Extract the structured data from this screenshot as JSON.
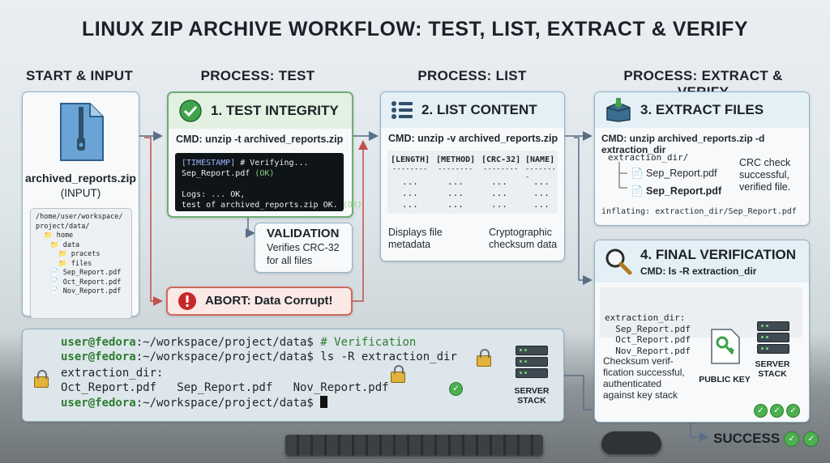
{
  "title": "LINUX ZIP ARCHIVE WORKFLOW: TEST, LIST, EXTRACT & VERIFY",
  "stages": {
    "start": "START & INPUT",
    "test": "PROCESS: TEST",
    "list": "PROCESS: LIST",
    "extract": "PROCESS: EXTRACT & VERIFY"
  },
  "input": {
    "filename": "archived_reports.zip",
    "sublabel": "(INPUT)",
    "tree_path": [
      "/home/user/workspace/",
      "project/data/"
    ],
    "tree": [
      "home",
      "data",
      "pracets",
      "files",
      "Sep_Report.pdf",
      "Oct_Report.pdf",
      "Nov_Report.pdf"
    ]
  },
  "test": {
    "heading": "1. TEST INTEGRITY",
    "cmd_label": "CMD:",
    "cmd": "unzip -t archived_reports.zip",
    "term_ts": "[TIMESTAMP]",
    "term_l1": " # Verifying...",
    "term_l2": "Sep_Report.pdf ",
    "term_ok": "(OK)",
    "term_l3": "Logs: ... OK,",
    "term_l4": "test of archived_reports.zip OK. ",
    "validation_title": "VALIDATION",
    "validation_text": [
      "Verifies CRC-32",
      "for all files"
    ],
    "abort": "ABORT: Data Corrupt!"
  },
  "list": {
    "heading": "2. LIST CONTENT",
    "cmd_label": "CMD:",
    "cmd": "unzip -v archived_reports.zip",
    "columns": [
      "[LENGTH]",
      "[METHOD]",
      "[CRC-32]",
      "[NAME]"
    ],
    "dash": "--------",
    "dots": "...",
    "note_left": [
      "Displays file",
      "metadata"
    ],
    "note_right": [
      "Cryptographic",
      "checksum data"
    ]
  },
  "extract": {
    "heading": "3. EXTRACT FILES",
    "cmd_label": "CMD:",
    "cmd": "unzip archived_reports.zip -d extraction_dir",
    "dir": "extraction_dir/",
    "file1": "Sep_Report.pdf",
    "file2": "Sep_Report.pdf",
    "crc_note": [
      "CRC check",
      "successful,",
      "verified file."
    ],
    "inflating": "inflating: extraction_dir/Sep_Report.pdf"
  },
  "final": {
    "heading": "4. FINAL VERIFICATION",
    "cmd_label": "CMD:",
    "cmd": "ls -R extraction_dir",
    "listing": [
      "extraction_dir:",
      "  Sep_Report.pdf",
      "  Oct_Report.pdf",
      "  Nov_Report.pdf"
    ],
    "note": [
      "Checksum verif-",
      "fication successful,",
      "authenticated",
      "against key stack"
    ],
    "public_key": "PUBLIC KEY",
    "server": [
      "SERVER",
      "STACK"
    ]
  },
  "terminal": {
    "prompt": "user@fedora",
    "path": ":~/workspace/project/data$",
    "line1_cmd": " # Verification",
    "line2_cmd": " ls -R extraction_dir",
    "line3": "extraction_dir:",
    "line4": "Oct_Report.pdf   Sep_Report.pdf   Nov_Report.pdf",
    "server": [
      "SERVER",
      "STACK"
    ]
  },
  "success": "SUCCESS",
  "colors": {
    "accent_green": "#4caf50",
    "abort_red": "#c62828",
    "arrow": "#5a6f86"
  },
  "icons": [
    "zip-file-icon",
    "check-circle-icon",
    "list-icon",
    "download-box-icon",
    "magnifier-icon",
    "alert-icon",
    "lock-icon",
    "server-icon",
    "key-document-icon"
  ]
}
